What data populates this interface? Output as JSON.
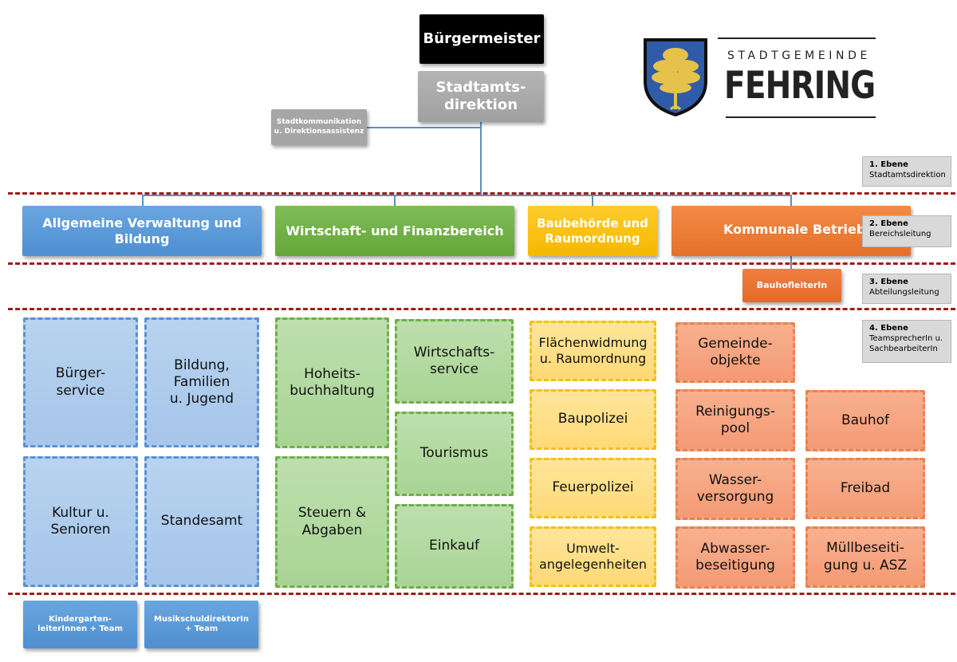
{
  "top": {
    "mayor": "Bürgermeister",
    "direction": "Stadtamts-\ndirektion",
    "assistant": "Stadtkommunikation\nu. Direktionsassistenz"
  },
  "logo": {
    "line1": "STADTGEMEINDE",
    "line2": "FEHRING"
  },
  "levels": [
    {
      "num": "1. Ebene",
      "desc": "Stadtamtsdirektion"
    },
    {
      "num": "2. Ebene",
      "desc": "Bereichsleitung"
    },
    {
      "num": "3. Ebene",
      "desc": "Abteilungsleitung"
    },
    {
      "num": "4. Ebene",
      "desc": "TeamsprecherIn u.\nSachbearbeiterIn"
    }
  ],
  "departments": {
    "verwaltung": "Allgemeine Verwaltung und Bildung",
    "wirtschaft": "Wirtschaft- und Finanzbereich",
    "bau": "Baubehörde und\nRaumordnung",
    "kommunal": "Kommunale Betriebe"
  },
  "level3": {
    "bauhofleiter": "BauhofleiterIn"
  },
  "units": {
    "blue": [
      "Bürger-\nservice",
      "Bildung,\nFamilien\nu. Jugend",
      "Kultur u.\nSenioren",
      "Standesamt"
    ],
    "green": [
      "Hoheits-\nbuchhaltung",
      "Steuern &\nAbgaben",
      "Wirtschafts-\nservice",
      "Tourismus",
      "Einkauf"
    ],
    "yellow": [
      "Flächenwidmung\nu. Raumordnung",
      "Baupolizei",
      "Feuerpolizei",
      "Umwelt-\nangelegenheiten"
    ],
    "orange": [
      "Gemeinde-\nobjekte",
      "Reinigungs-\npool",
      "Wasser-\nversorgung",
      "Abwasser-\nbeseitigung",
      "Bauhof",
      "Freibad",
      "Müllbeseiti-\ngung u. ASZ"
    ]
  },
  "bottom": {
    "kindergarten": "Kindergarten-\nleiterInnen + Team",
    "musikschule": "MusikschuldirektorIn\n+ Team"
  },
  "colors": {
    "mayor": "#000000",
    "direction": "#a6a6a6",
    "blue": "#5b9bd5",
    "green": "#70ad47",
    "yellow": "#ffc000",
    "orange": "#ed7d31",
    "separator": "#a11a1a"
  }
}
